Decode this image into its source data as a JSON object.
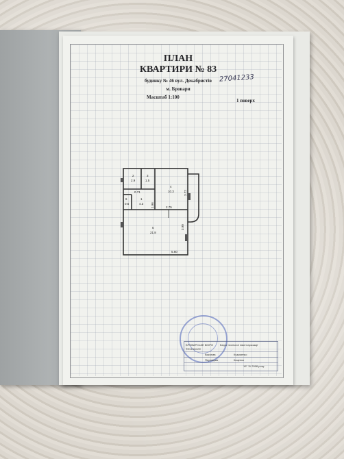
{
  "document": {
    "title_line1": "ПЛАН",
    "title_line2": "КВАРТИРИ № 83",
    "address": "будинку № 46 вул. Декабристів",
    "city": "м. Бровари",
    "scale": "Масштаб  1:100",
    "floor": "1 поверх",
    "handwritten_number": "27041233",
    "date_line": "19\" 11 2008 року"
  },
  "plan": {
    "rooms": [
      {
        "num": "2",
        "area": "2.9"
      },
      {
        "num": "3",
        "area": "1.5"
      },
      {
        "num": "4",
        "area": "10.3"
      },
      {
        "num": "1",
        "area": "4.3"
      },
      {
        "num": "6",
        "area": "0.6"
      },
      {
        "num": "5",
        "area": "21.8"
      }
    ],
    "dimensions": [
      "0.71",
      "2.75",
      "5.60",
      "3.90",
      "3.72",
      "1.96"
    ]
  },
  "stamp": {
    "org_line1": "БРОВАРСЬКЕ БЮРО",
    "org_line2": "ТЕХНІЧНОЇ",
    "header": "Бюро технічної інвентаризації",
    "roles": [
      "Виконав",
      "Перевірив"
    ],
    "names": [
      "Кузьменко",
      "Киценко"
    ],
    "date": "19\" 11 2008 року"
  }
}
